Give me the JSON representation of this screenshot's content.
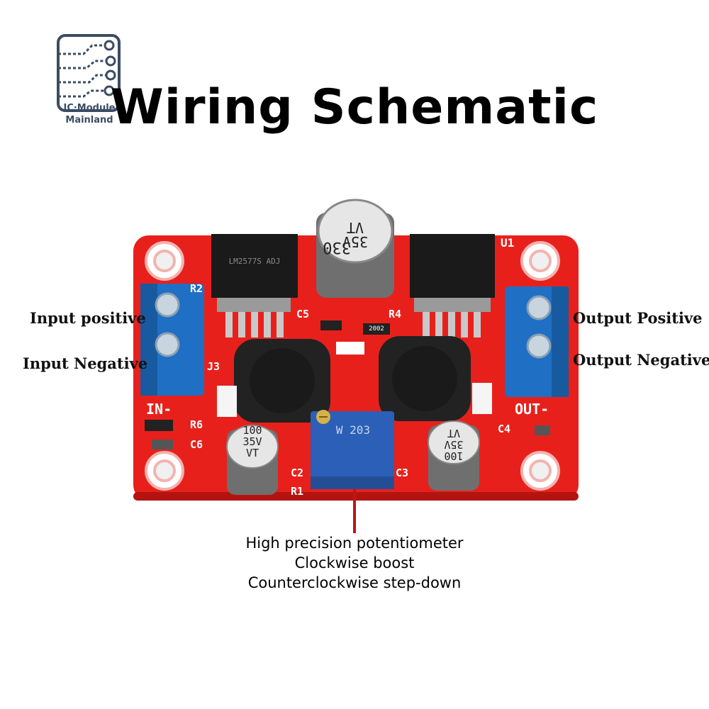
{
  "logo": {
    "line1": "IC·Module",
    "line2": "Mainland"
  },
  "title": "Wiring Schematic",
  "labels": {
    "input_positive": "Input positive",
    "input_negative": "Input Negative",
    "output_positive": "Output Positive",
    "output_negative": "Output Negative"
  },
  "caption": {
    "line1": "High precision potentiometer",
    "line2": "Clockwise boost",
    "line3": "Counterclockwise step-down"
  },
  "board": {
    "silk_u1": "U1",
    "silk_r2": "R2",
    "silk_r4": "R4",
    "silk_c5": "C5",
    "silk_j3": "J3",
    "silk_in": "IN-",
    "silk_out": "OUT-",
    "silk_r6": "R6",
    "silk_c6": "C6",
    "silk_c4": "C4",
    "silk_c2": "C2",
    "silk_c3": "C3",
    "silk_r1": "R1",
    "cap_top": [
      "330",
      "35V",
      "VT"
    ],
    "cap_left": [
      "100",
      "35V",
      "VT"
    ],
    "cap_right": [
      "100",
      "35V",
      "VT"
    ],
    "pot_mark": "W 203",
    "ic_mark": "LM2577S ADJ",
    "res_mark": "2002"
  },
  "colors": {
    "pcb": "#e8201c",
    "terminal": "#1f6fc4",
    "pot": "#2b5fb8",
    "inductor": "#222222"
  }
}
